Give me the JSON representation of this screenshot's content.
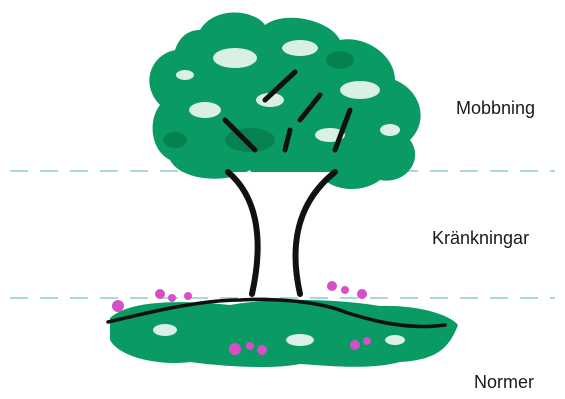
{
  "labels": {
    "top": "Mobbning",
    "middle": "Kränkningar",
    "bottom": "Normer"
  },
  "colors": {
    "foliage": "#0a9a63",
    "foliage_dark": "#05784a",
    "trunk": "#111111",
    "flowers": "#d64fc9",
    "divider": "#8ec9d2"
  }
}
